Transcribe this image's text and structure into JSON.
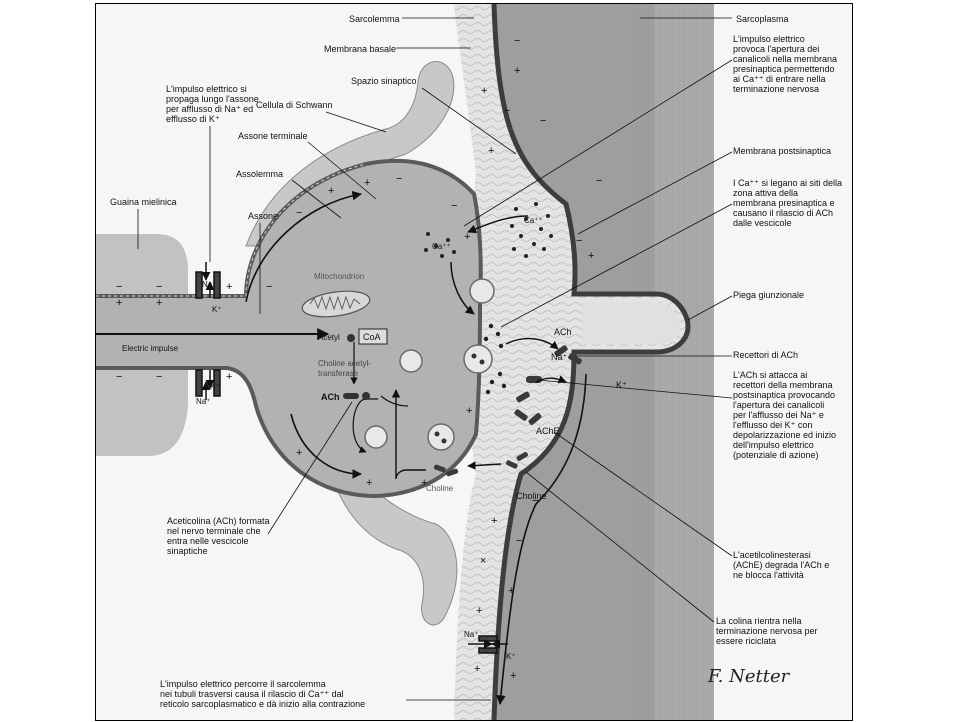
{
  "figure": {
    "labels": {
      "sarcolemma": "Sarcolemma",
      "sarcoplasma": "Sarcoplasma",
      "membrana_basale": "Membrana basale",
      "spazio_sinaptico": "Spazio sinaptico",
      "cellula_schwann": "Cellula di Schwann",
      "assone_terminale": "Assone terminale",
      "assolemma": "Assolemma",
      "guaina_mielinica": "Guaina mielinica",
      "assone": "Assone",
      "impulso_assone": "L'impulso elettrico si\npropaga lungo l'assone\nper afflusso di Na⁺ ed\nefflusso di K⁺",
      "impulso_canalicoli": "L'impulso elettrico\nprovoca l'apertura dei\ncanalicoli nella membrana\npresinaptica permettendo\nai Ca⁺⁺ di entrare nella\nterminazione nervosa",
      "membrana_postsinaptica": "Membrana postsinaptica",
      "ca_siti": "I Ca⁺⁺ si legano ai siti della\nzona attiva della\nmembrana presinaptica e\ncausano il rilascio di ACh\ndalle vescicole",
      "piega_giunzionale": "Piega giunzionale",
      "recettori_ach": "Recettori di ACh",
      "ach_attacca": "L'ACh si attacca ai\nrecettori della membrana\npostsinaptica provocando\nl'apertura dei canalicoli\nper l'afflusso dei Na⁺ e\nl'efflusso dei K⁺ con\ndepolarizzazione ed inizio\ndell'impulso elettrico\n(potenziale di azione)",
      "ache": "L'acetilcolinesterasi\n(AChE) degrada l'ACh e\nne blocca l'attività",
      "colina_rientra": "La colina rientra nella\nterminazione nervosa per\nessere riciclata",
      "aceticolina": "Aceticolina (ACh) formata\nnel nervo terminale che\nentra nelle vescicole\nsinaptiche",
      "sarcolemma_impulso": "L'impulso elettrico percorre il sarcolemma\nnei tubuli trasversi causa il rilascio di Ca⁺⁺ dal\nreticolo sarcoplasmatico e dà inizio alla contrazione"
    },
    "inner": {
      "mitochondrion": "Mitochondrion",
      "acetyl": "Acetyl",
      "coa": "CoA",
      "choline_acetyltransferase": "Choline acetyl-\ntransferase",
      "ach": "ACh",
      "electric_impulse": "Electric impulse",
      "choline": "Choline",
      "choline2": "Choline",
      "ca": "Ca⁺⁺",
      "ca2": "Ca⁺⁺",
      "na": "Na⁺",
      "k": "K⁺",
      "ach_receptor": "ACh",
      "na_receptor": "Na⁺",
      "k_receptor": "K⁺",
      "ache": "AChE",
      "na_axon_top": "Na⁺",
      "k_axon_top": "K⁺",
      "k_axon_bottom": "K⁺",
      "na_axon_bottom": "Na⁺",
      "na_sarco": "Na⁺",
      "k_sarco": "K⁺"
    },
    "signature": "F. Netter",
    "colors": {
      "background": "#f6f6f6",
      "axon_fill": "#b2b2b2",
      "myelin": "#c2c2c2",
      "muscle_fill": "#9e9e9e",
      "membrane_dark": "#555555",
      "cleft": "#e4e4e4",
      "arrow": "#111111"
    }
  }
}
